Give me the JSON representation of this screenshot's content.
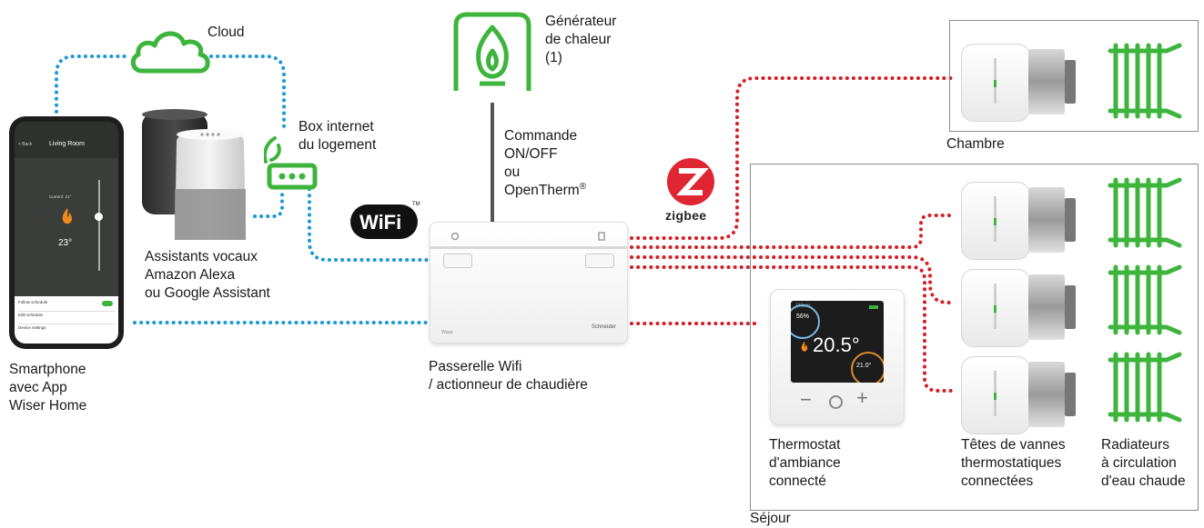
{
  "labels": {
    "cloud": "Cloud",
    "heat_generator": "Générateur\nde chaleur\n(1)",
    "command": "Commande\nON/OFF\nou\nOpenTherm",
    "command_mark": "®",
    "box": "Box internet\ndu logement",
    "assistants": "Assistants vocaux\nAmazon Alexa\nou Google Assistant",
    "smartphone": "Smartphone\navec App\nWiser Home",
    "gateway": "Passerelle Wifi\n/ actionneur de chaudière",
    "thermostat": "Thermostat\nd'ambiance\nconnecté",
    "valves": "Têtes de vannes\nthermostatiques\nconnectées",
    "radiators": "Radiateurs\nà circulation\nd'eau chaude",
    "room_bedroom": "Chambre",
    "room_living": "Séjour"
  },
  "logos": {
    "wifi": "WiFi",
    "wifi_tm": "TM",
    "zigbee": "zigbee"
  },
  "phone_screen": {
    "title": "Living Room",
    "back": "< Back",
    "current": "Current: 21°",
    "setpoint": "23°",
    "rows": [
      "Follow schedule",
      "Edit schedule",
      "Device settings"
    ]
  },
  "gateway_device": {
    "brand": "Schneider",
    "model": "Wiser"
  },
  "thermostat_screen": {
    "brand": "Wiser",
    "humidity": "56%",
    "temperature": "20.5°",
    "setpoint": "21.0°",
    "minus": "−",
    "plus": "+"
  },
  "colors": {
    "wifi_link": "#1b9ad6",
    "zigbee_link": "#d41f26",
    "green_icon": "#3db53d",
    "wire": "#555555",
    "box_border": "#8c8c8c"
  }
}
